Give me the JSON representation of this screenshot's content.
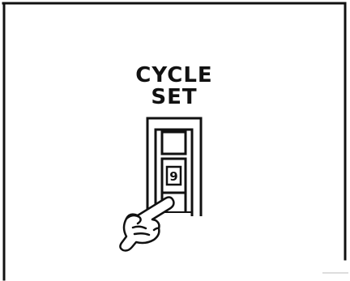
{
  "label": {
    "line1": "CYCLE",
    "line2": "SET"
  },
  "switch": {
    "button_glyph": "9"
  },
  "icons": {
    "pointing_hand": "pointing-hand-icon"
  }
}
